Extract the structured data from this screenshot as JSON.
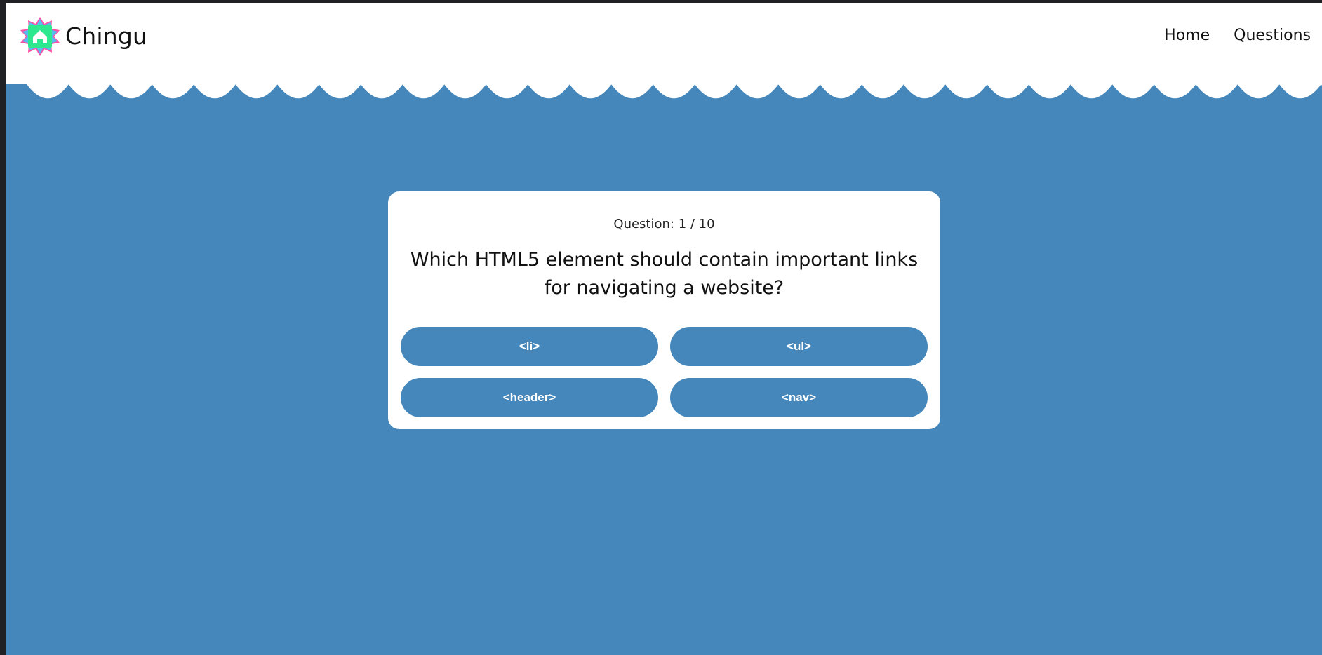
{
  "brand": {
    "name": "Chingu",
    "logo_icon": "house-star-icon",
    "logo_colors": [
      "#ff4fa3",
      "#39d0ff",
      "#2ee88f"
    ]
  },
  "nav": {
    "items": [
      {
        "label": "Home"
      },
      {
        "label": "Questions"
      }
    ]
  },
  "quiz": {
    "counter": "Question: 1 / 10",
    "question": "Which HTML5 element should contain important links for navigating a website?",
    "answers": [
      {
        "label": "<li>"
      },
      {
        "label": "<ul>"
      },
      {
        "label": "<header>"
      },
      {
        "label": "<nav>"
      }
    ]
  },
  "colors": {
    "background": "#4587bb",
    "card": "#ffffff",
    "button": "#4587bb",
    "button_text": "#ffffff"
  }
}
